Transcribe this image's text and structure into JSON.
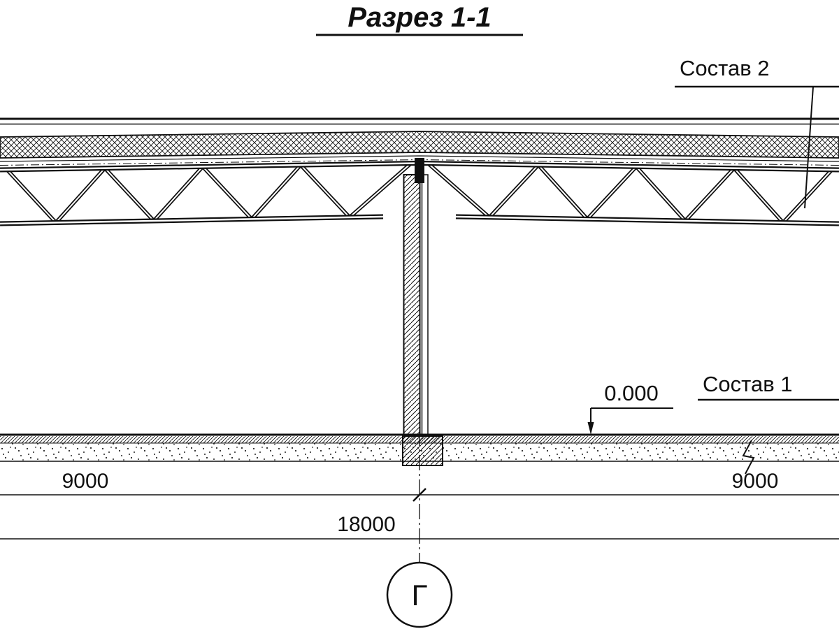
{
  "title": "Разрез 1-1",
  "labels": {
    "composition2": "Состав 2",
    "composition1": "Состав 1",
    "elevation_mark": "0.000",
    "grid_axis": "Г"
  },
  "dimensions": {
    "left_span": "9000",
    "right_span": "9000",
    "total_span": "18000"
  },
  "colors": {
    "ink": "#101010",
    "background": "#ffffff"
  }
}
